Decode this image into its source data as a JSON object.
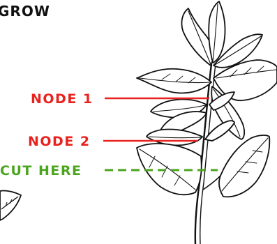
{
  "title": "GROW",
  "labels": {
    "node1": "NODE 1",
    "node2": "NODE 2",
    "cut": "CUT HERE"
  },
  "colors": {
    "node": "#e8231f",
    "cut": "#4aa51e",
    "ink": "#111111",
    "leaf": "#ffffff"
  },
  "icons": [
    "basil-plant-illustration",
    "leaf-cutting-illustration"
  ]
}
